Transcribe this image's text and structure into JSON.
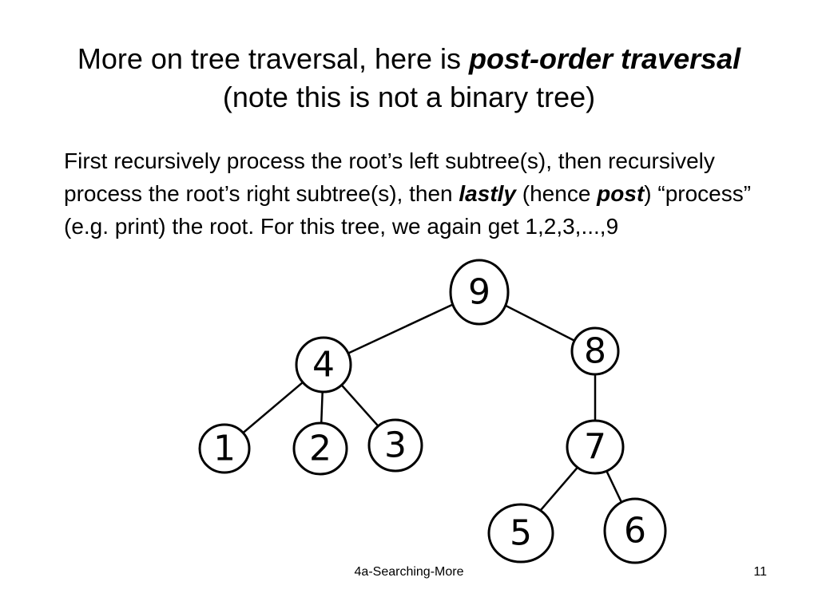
{
  "title": {
    "part1": "More on tree traversal, here is ",
    "emphasis": "post-order traversal",
    "part2": " (note this is not a binary tree)"
  },
  "body": {
    "part1": "First recursively process the root’s left subtree(s), then recursively process the root’s right subtree(s), then ",
    "lastly": "lastly",
    "part2": " (hence ",
    "post": "post",
    "part3": ") “process” (e.g. print) the root. For this tree, we again get 1,2,3,...,9"
  },
  "tree": {
    "nodes": [
      "9",
      "4",
      "8",
      "1",
      "2",
      "3",
      "7",
      "5",
      "6"
    ],
    "edges": [
      [
        "9",
        "4"
      ],
      [
        "9",
        "8"
      ],
      [
        "4",
        "1"
      ],
      [
        "4",
        "2"
      ],
      [
        "4",
        "3"
      ],
      [
        "8",
        "7"
      ],
      [
        "7",
        "5"
      ],
      [
        "7",
        "6"
      ]
    ]
  },
  "footer": {
    "label": "4a-Searching-More",
    "slide_number": "11"
  }
}
